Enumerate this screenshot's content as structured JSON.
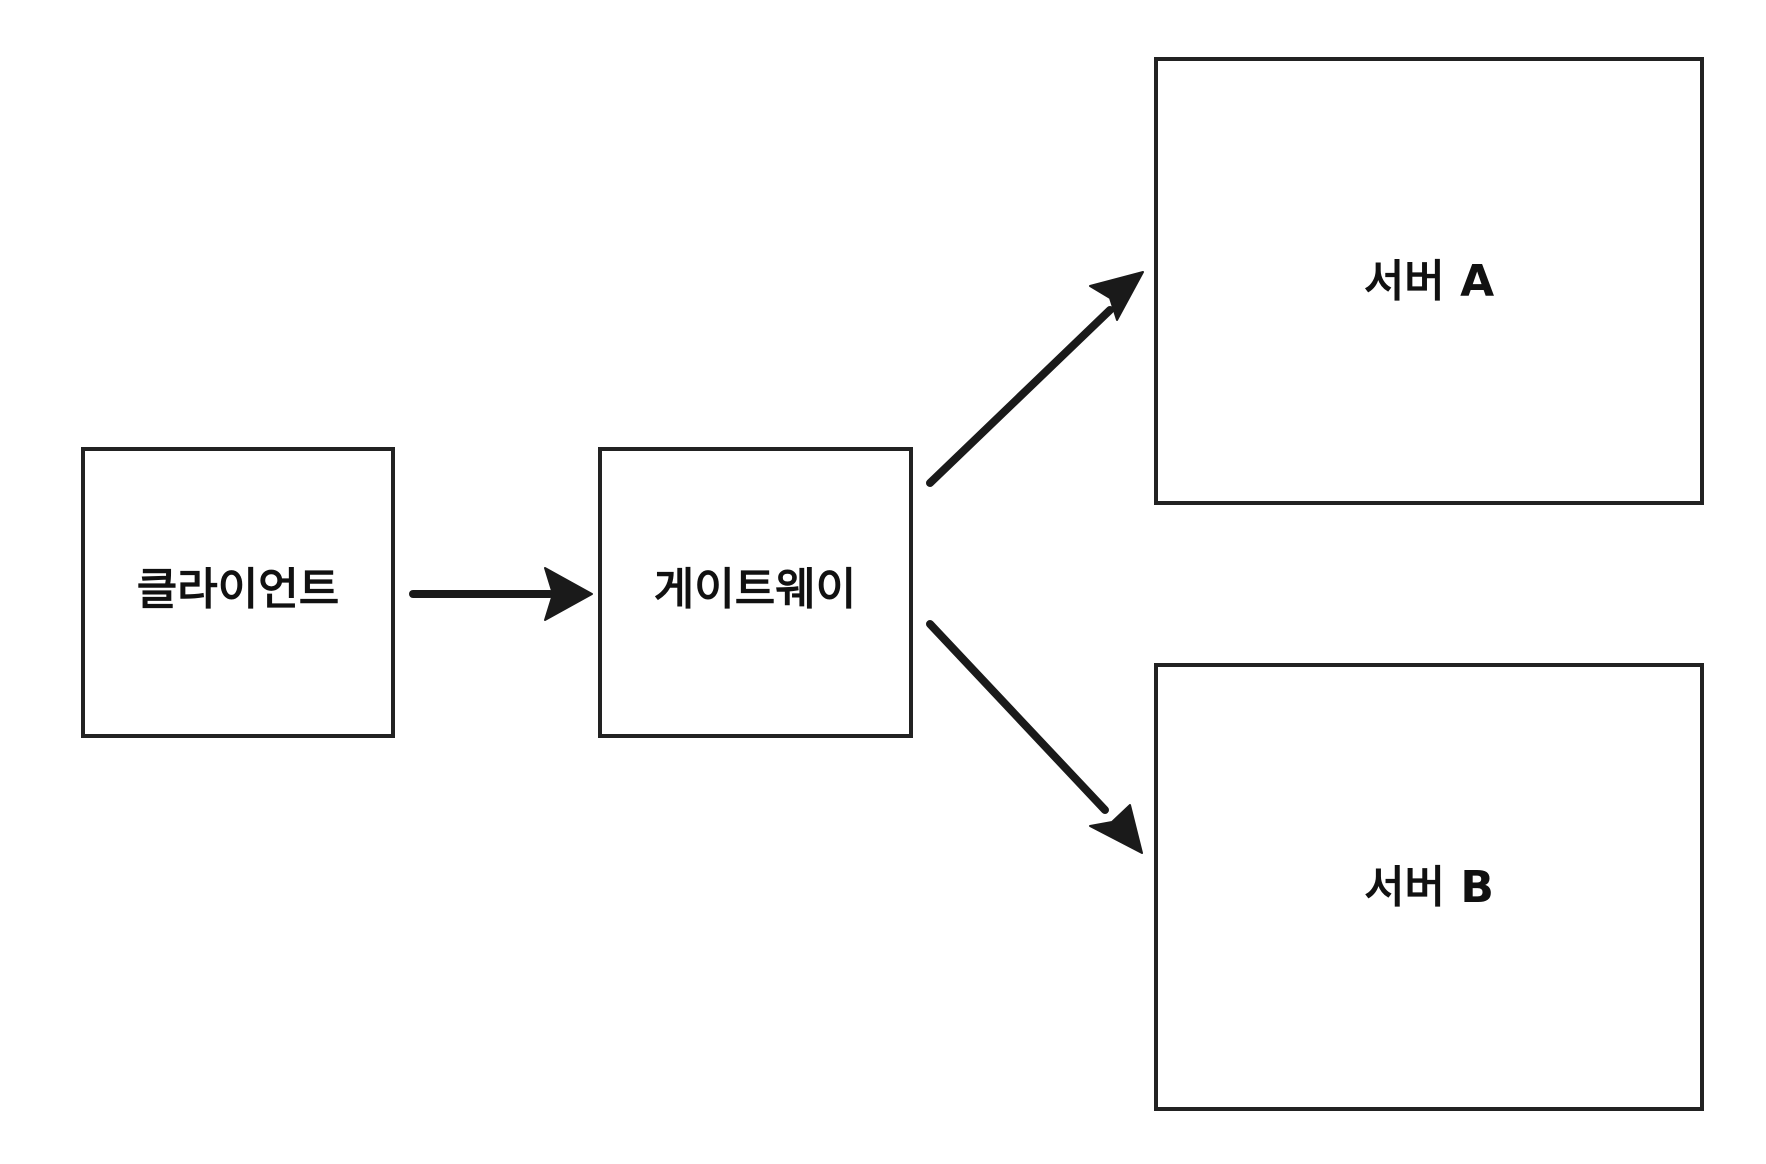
{
  "diagram": {
    "nodes": {
      "client": {
        "label": "클라이언트"
      },
      "gateway": {
        "label": "게이트웨이"
      },
      "server_a": {
        "label": "서버 A"
      },
      "server_b": {
        "label": "서버 B"
      }
    },
    "edges": [
      {
        "from": "client",
        "to": "gateway"
      },
      {
        "from": "gateway",
        "to": "server_a"
      },
      {
        "from": "gateway",
        "to": "server_b"
      }
    ],
    "colors": {
      "stroke": "#222222",
      "arrow": "#1a1a1a",
      "text": "#111111",
      "background": "#ffffff"
    }
  }
}
